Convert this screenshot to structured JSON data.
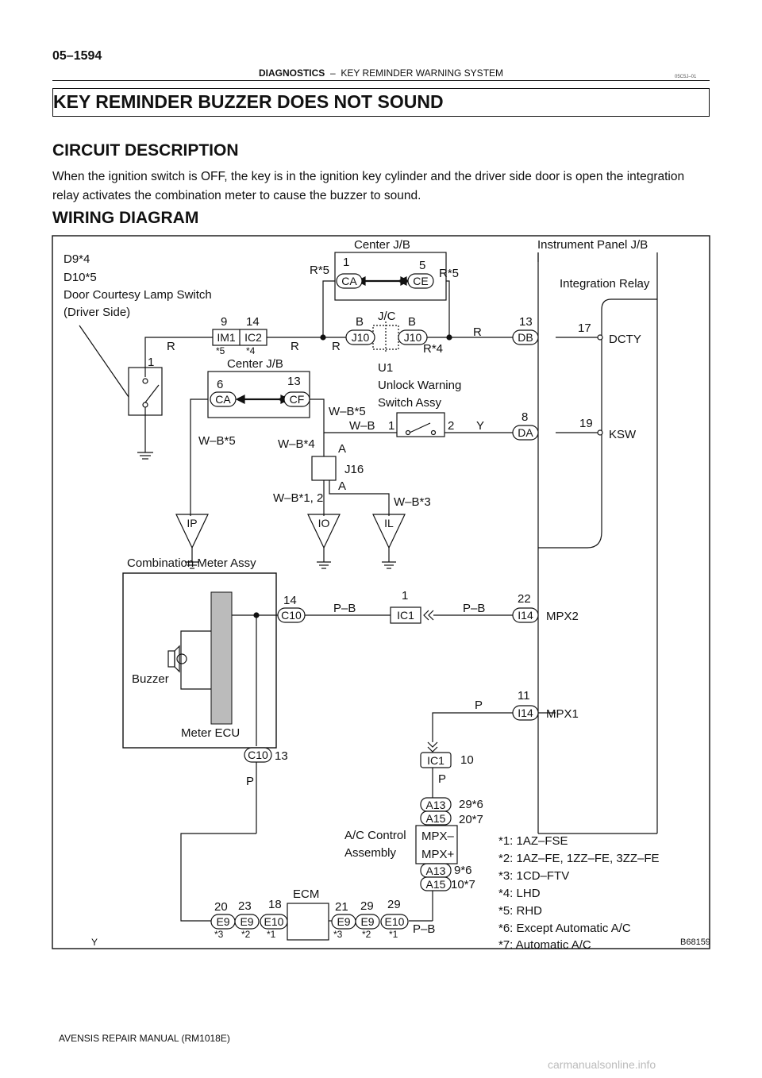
{
  "header": {
    "page_number": "05–1594",
    "section": "DIAGNOSTICS",
    "separator": "–",
    "subsection": "KEY REMINDER WARNING SYSTEM",
    "doc_code": "05C5J–01"
  },
  "title": "KEY REMINDER BUZZER DOES NOT SOUND",
  "circuit_heading": "CIRCUIT DESCRIPTION",
  "circuit_text": "When the ignition switch is OFF, the key is in the ignition key cylinder and the driver side door is open the integration relay activates the combination meter to cause the buzzer to sound.",
  "wiring_heading": "WIRING DIAGRAM",
  "diagram": {
    "figure_id": "B68159",
    "labels": {
      "door_sw_1": "D9*4",
      "door_sw_2": "D10*5",
      "door_sw_3": "Door Courtesy Lamp Switch",
      "door_sw_4": "(Driver Side)",
      "center_jb_top": "Center J/B",
      "center_jb_mid": "Center J/B",
      "ip_jb": "Instrument Panel J/B",
      "integration_relay": "Integration Relay",
      "jc": "J/C",
      "u1": "U1",
      "unlock_1": "Unlock Warning",
      "unlock_2": "Switch Assy",
      "j16": "J16",
      "combo_meter": "Combination Meter Assy",
      "buzzer": "Buzzer",
      "meter_ecu": "Meter ECU",
      "ac_1": "A/C Control",
      "ac_2": "Assembly",
      "ecm": "ECM",
      "dcty": "DCTY",
      "ksw": "KSW",
      "mpx2": "MPX2",
      "mpx1": "MPX1",
      "mpx_minus": "MPX–",
      "mpx_plus": "MPX+",
      "corner": "Y"
    },
    "connectors": {
      "im1": "IM1",
      "ic2": "IC2",
      "ca_top": "CA",
      "ce": "CE",
      "j10a": "J10",
      "j10b": "J10",
      "db": "DB",
      "ca_mid": "CA",
      "cf": "CF",
      "da": "DA",
      "ip": "IP",
      "io": "IO",
      "il": "IL",
      "c10a": "C10",
      "ic1a": "IC1",
      "i14a": "I14",
      "i14b": "I14",
      "c10b": "C10",
      "ic1b": "IC1",
      "a13a": "A13",
      "a15a": "A15",
      "a13b": "A13",
      "a15b": "A15",
      "e9a": "E9",
      "e9b": "E9",
      "e10a": "E10",
      "e9c": "E9",
      "e9d": "E9",
      "e10b": "E10"
    },
    "wires": {
      "r1": "R",
      "r2": "R",
      "r3": "R",
      "r4": "R",
      "r_s5a": "R*5",
      "r_s5b": "R*5",
      "r_s4": "R*4",
      "b1": "B",
      "b2": "B",
      "wb_s5a": "W–B*5",
      "wb_s5b": "W–B*5",
      "wb_s4": "W–B*4",
      "wb": "W–B",
      "wb_s12": "W–B*1, 2",
      "wb_s3": "W–B*3",
      "y": "Y",
      "a1": "A",
      "a2": "A",
      "pb1": "P–B",
      "pb2": "P–B",
      "pb3": "P–B",
      "p1": "P",
      "p2": "P",
      "p3": "P"
    },
    "pins": {
      "p_9": "9",
      "p_14a": "14",
      "p_s5": "*5",
      "p_s4": "*4",
      "p_1a": "1",
      "p_1b": "1",
      "p_5": "5",
      "p_13a": "13",
      "p_17": "17",
      "p_6": "6",
      "p_13b": "13",
      "p_8": "8",
      "p_19": "19",
      "p_1c": "1",
      "p_2": "2",
      "p_14b": "14",
      "p_1d": "1",
      "p_22": "22",
      "p_11": "11",
      "p_13c": "13",
      "p_10": "10",
      "p_29s6": "29*6",
      "p_20s7": "20*7",
      "p_9s6": "9*6",
      "p_10s7": "10*7",
      "p_20": "20",
      "p_23": "23",
      "p_18": "18",
      "p_21": "21",
      "p_29a": "29",
      "p_29b": "29",
      "e_s3a": "*3",
      "e_s2a": "*2",
      "e_s1a": "*1",
      "e_s3b": "*3",
      "e_s2b": "*2",
      "e_s1b": "*1"
    },
    "notes": [
      "*1: 1AZ–FSE",
      "*2: 1AZ–FE, 1ZZ–FE, 3ZZ–FE",
      "*3: 1CD–FTV",
      "*4: LHD",
      "*5: RHD",
      "*6: Except Automatic A/C",
      "*7: Automatic A/C"
    ]
  },
  "footer": "AVENSIS REPAIR MANUAL   (RM1018E)",
  "watermark": "carmanualsonline.info"
}
